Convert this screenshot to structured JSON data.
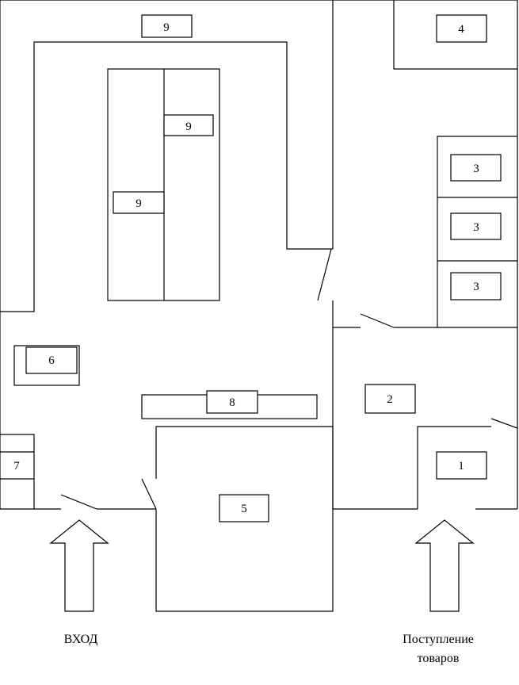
{
  "zones": {
    "upper_corridor": "9",
    "rack_right": "9",
    "rack_left": "9",
    "store_4": "4",
    "store_3_top": "3",
    "store_3_mid": "3",
    "store_3_bottom": "3",
    "desk_6": "6",
    "counter_8": "8",
    "area_2": "2",
    "area_1": "1",
    "cabinet_7": "7",
    "room_5": "5"
  },
  "captions": {
    "entrance": "ВХОД",
    "delivery_line1": "Поступление",
    "delivery_line2": "товаров"
  }
}
